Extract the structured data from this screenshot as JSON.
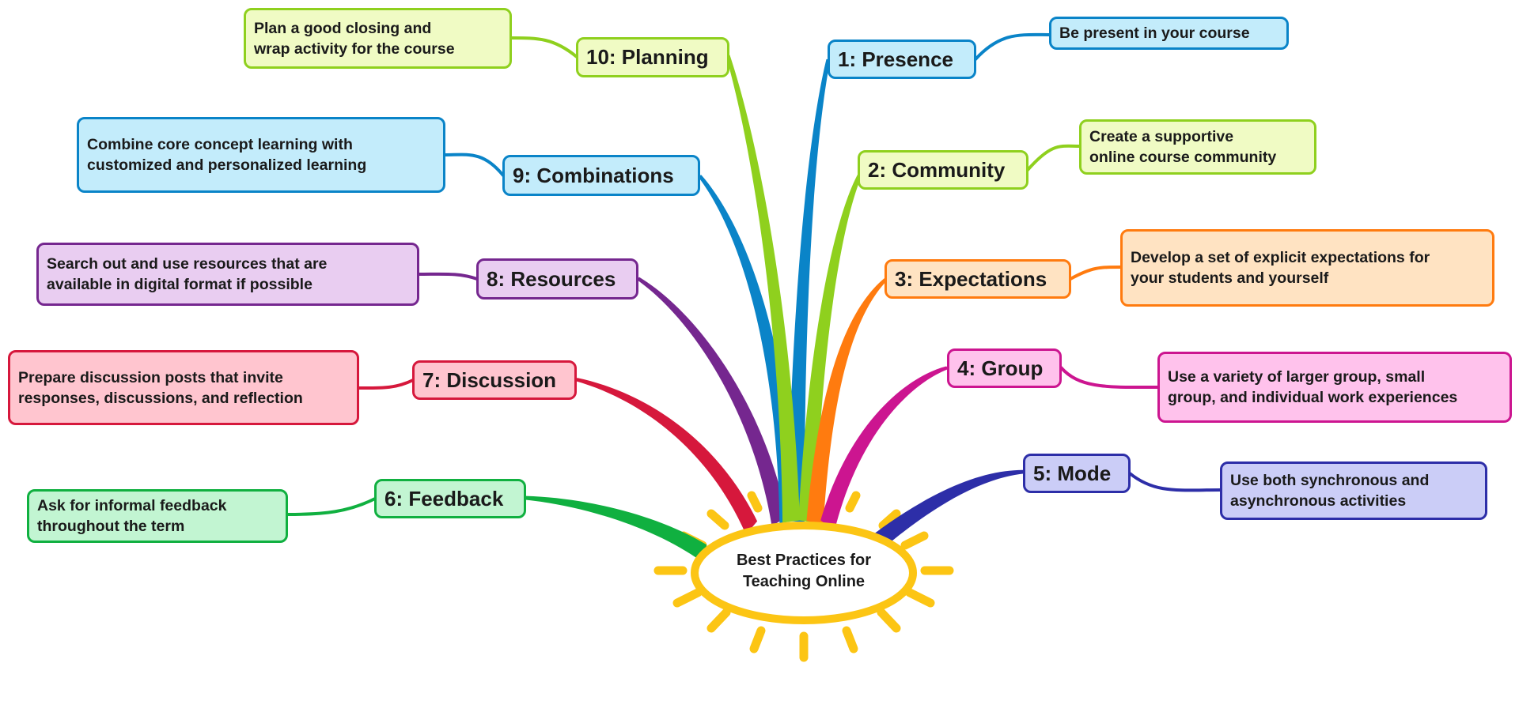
{
  "central_topic": {
    "lines": [
      "Best Practices for",
      "Teaching Online"
    ]
  },
  "branches": [
    {
      "label": "1: Presence",
      "color": "#0a84c8",
      "fill": "#c3ecfb",
      "detail": [
        "Be present in your course"
      ]
    },
    {
      "label": "2: Community",
      "color": "#8fd01e",
      "fill": "#f0fbc4",
      "detail": [
        "Create a supportive",
        "online course community"
      ]
    },
    {
      "label": "3: Expectations",
      "color": "#ff7b0f",
      "fill": "#ffe3c2",
      "detail": [
        "Develop a set of explicit expectations for",
        "your students and yourself"
      ]
    },
    {
      "label": "4: Group",
      "color": "#cc1590",
      "fill": "#ffc2ec",
      "detail": [
        "Use a variety of larger group, small",
        "group, and individual work experiences"
      ]
    },
    {
      "label": "5: Mode",
      "color": "#2d2ea8",
      "fill": "#cbcdf7",
      "detail": [
        "Use both synchronous and",
        "asynchronous activities"
      ]
    },
    {
      "label": "6: Feedback",
      "color": "#10b040",
      "fill": "#c2f5d2",
      "detail": [
        "Ask for informal feedback",
        "throughout the term"
      ]
    },
    {
      "label": "7: Discussion",
      "color": "#d6183c",
      "fill": "#ffc5cf",
      "detail": [
        "Prepare discussion posts that invite",
        "responses, discussions, and reflection"
      ]
    },
    {
      "label": "8: Resources",
      "color": "#75278f",
      "fill": "#e9cdf1",
      "detail": [
        "Search out and use resources that are",
        "available in digital format if possible"
      ]
    },
    {
      "label": "9: Combinations",
      "color": "#0a84c8",
      "fill": "#c3ecfb",
      "detail": [
        "Combine core concept learning with",
        "customized and personalized learning"
      ]
    },
    {
      "label": "10: Planning",
      "color": "#8fd01e",
      "fill": "#f0fbc4",
      "detail": [
        "Plan a good closing and",
        "wrap activity for the course"
      ]
    }
  ],
  "colors": {
    "sun": "#fcc514"
  }
}
